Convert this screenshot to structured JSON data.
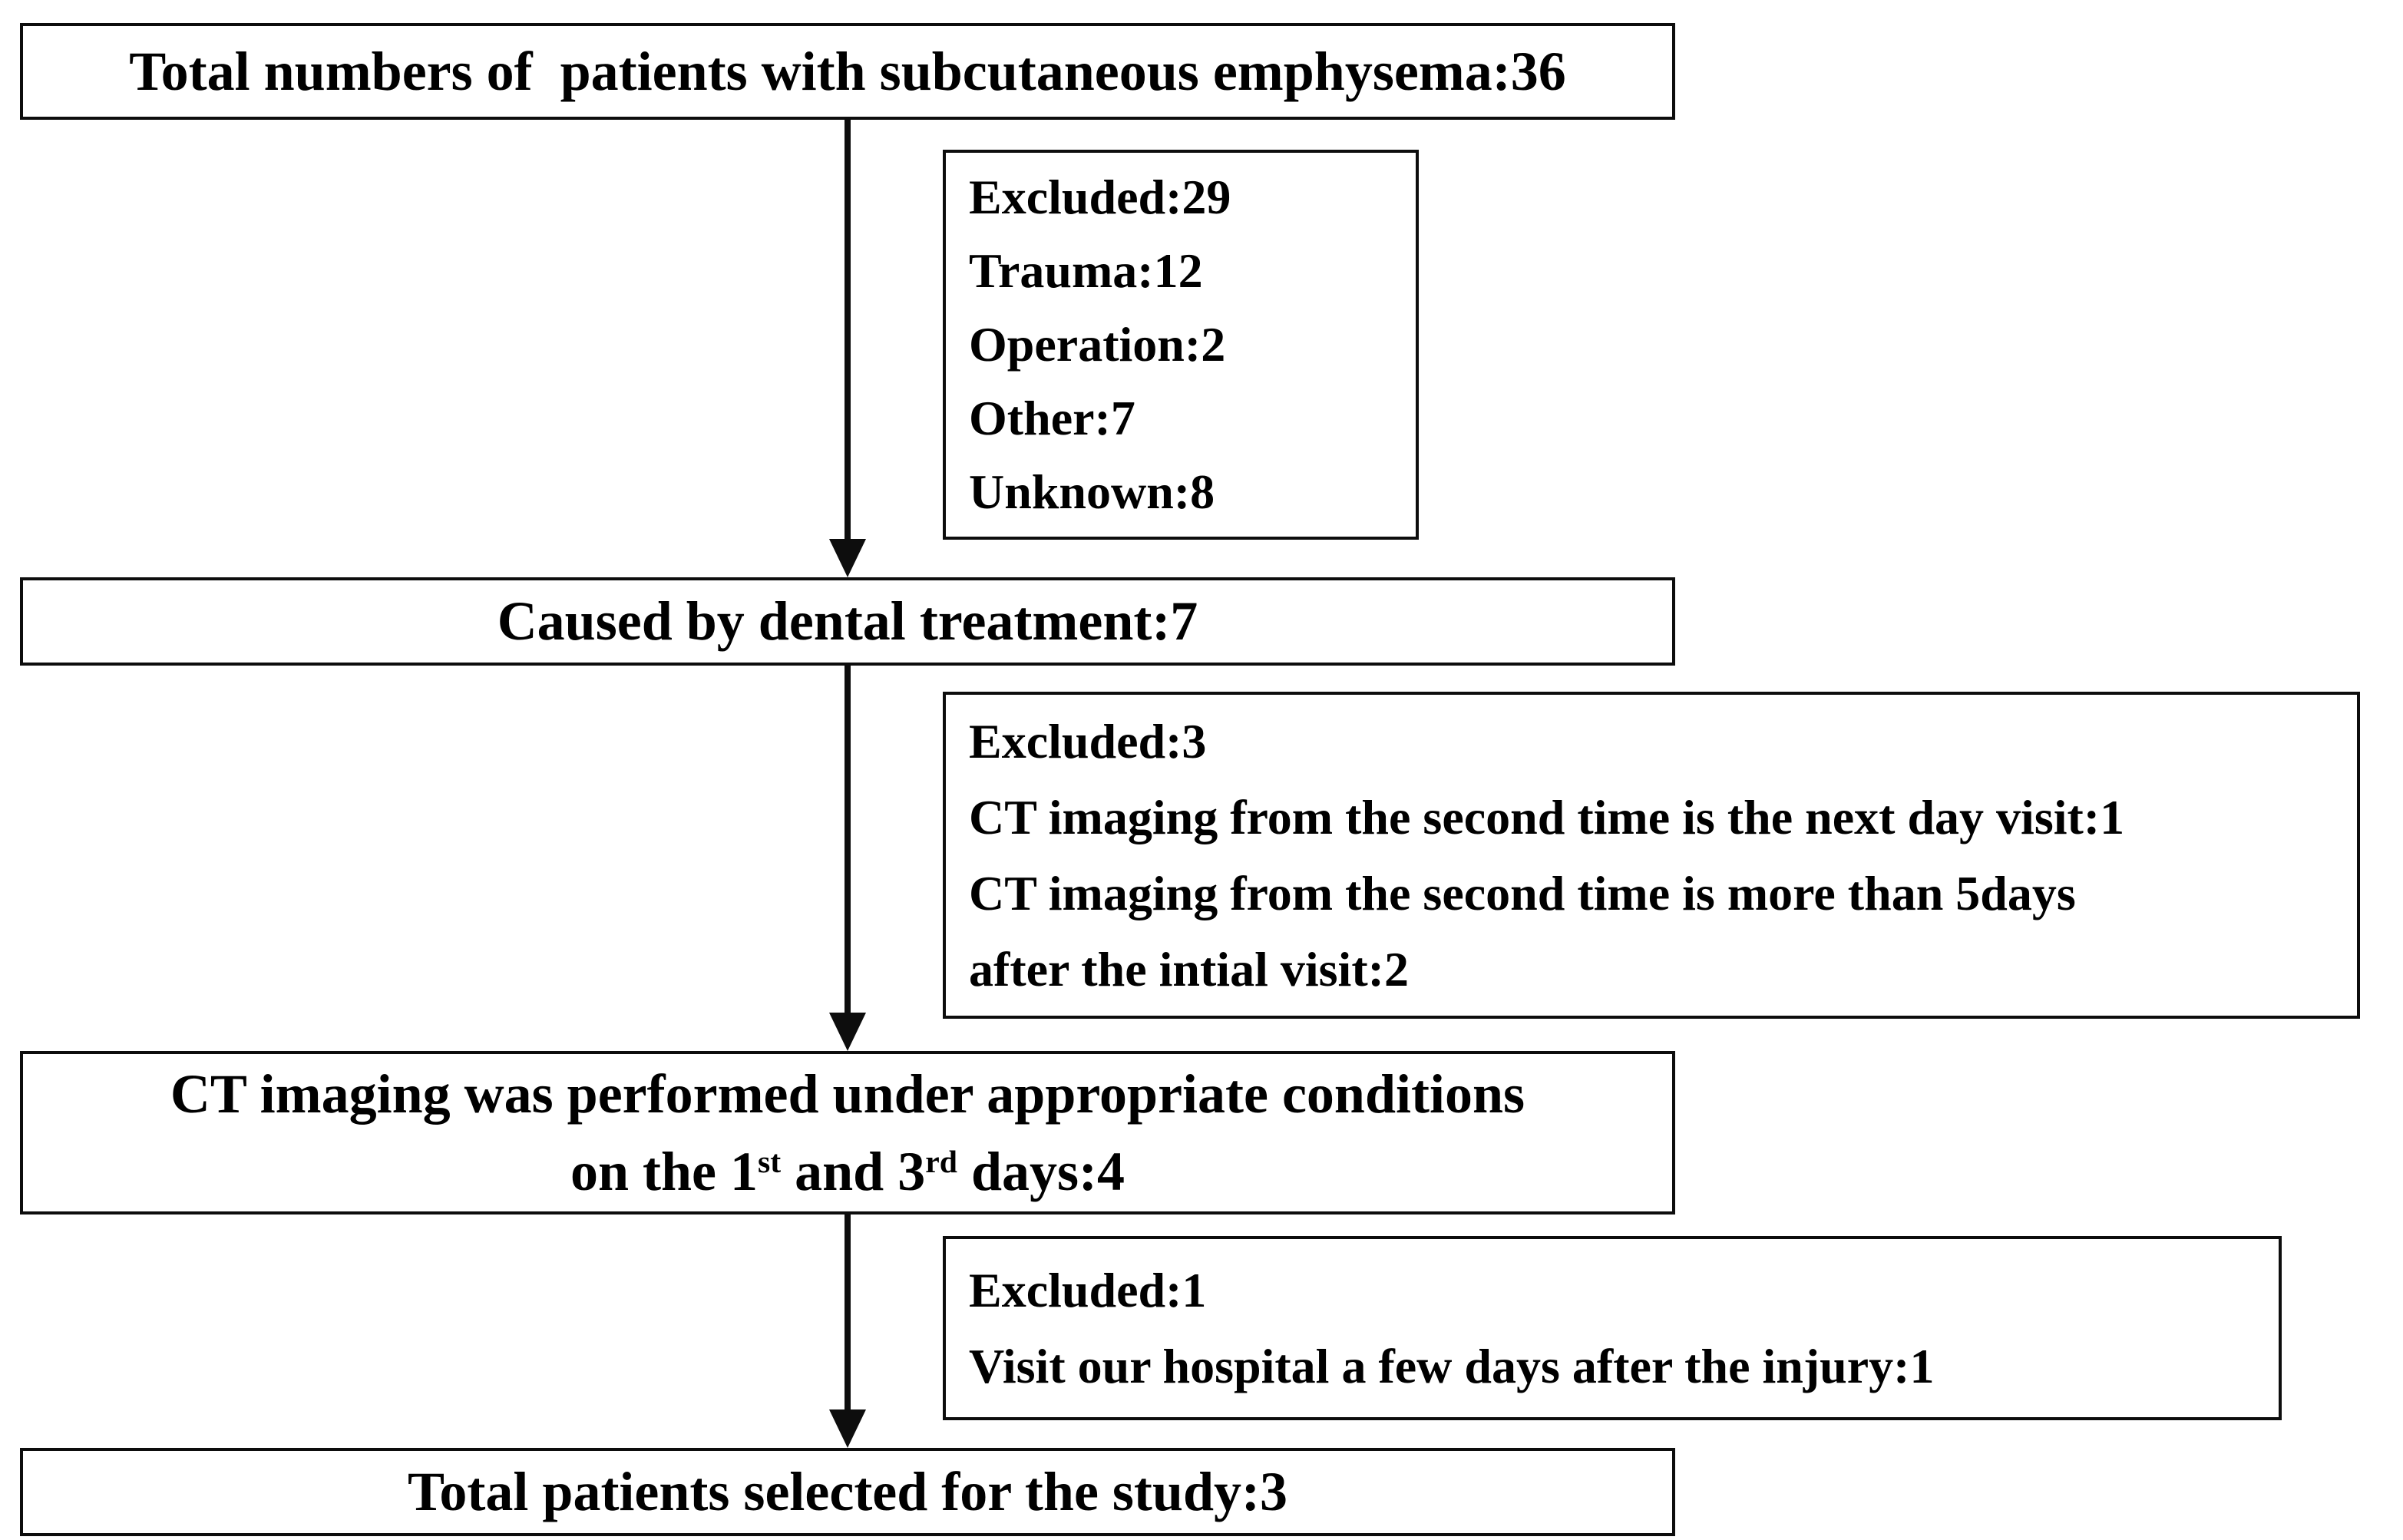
{
  "diagram": {
    "background_color": "#ffffff",
    "border_color": "#0d0d0d",
    "text_color": "#000000",
    "boxes": {
      "total": {
        "text": "Total numbers of  patients with subcutaneous emphysema:36"
      },
      "excluded1": {
        "lines": [
          "Excluded:29",
          "Trauma:12",
          "Operation:2",
          "Other:7",
          "Unknown:8"
        ]
      },
      "dental": {
        "text": "Caused by dental treatment:7"
      },
      "excluded2": {
        "lines": [
          "Excluded:3",
          "CT imaging from the second time is the next day visit:1",
          "CT imaging from the second time is more than 5days",
          "after the intial visit:2"
        ]
      },
      "ct": {
        "line1": "CT imaging was performed under appropriate conditions",
        "line2_prefix": "on the 1",
        "line2_sup1": "st",
        "line2_mid": "and 3",
        "line2_sup2": "rd",
        "line2_suffix": "days:4"
      },
      "excluded3": {
        "lines": [
          "Excluded:1",
          "Visit our hospital a few days after the injury:1"
        ]
      },
      "final": {
        "text": "Total patients selected for the study:3"
      }
    }
  }
}
